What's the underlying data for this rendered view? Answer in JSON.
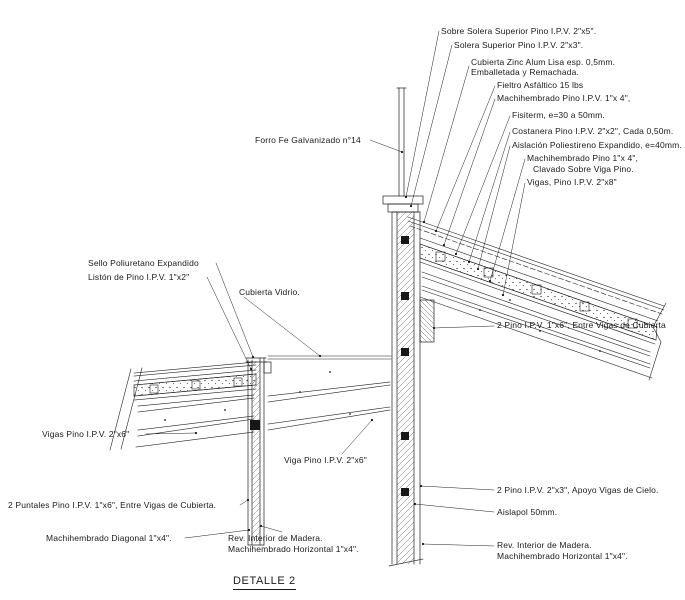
{
  "title": "DETALLE 2",
  "colors": {
    "ink": "#1a1a1a",
    "background": "#ffffff"
  },
  "labels": {
    "sobre_solera": "Sobre Solera Superior Pino I.P.V. 2\"x5\".",
    "solera": "Solera Superior Pino I.P.V. 2\"x3\".",
    "cubierta_zinc_1": "Cubierta Zinc Alum Lisa esp. 0,5mm.",
    "cubierta_zinc_2": "Emballetada y Remachada.",
    "fieltro": "Fieltro Asfáltico 15 lbs",
    "machihembrado_cubierta": "Machihembrado Pino I.P.V. 1\"x 4\",",
    "fisiterm": "Fisiterm, e=30 a 50mm.",
    "costanera": "Costanera Pino I.P.V. 2\"x2\", Cada 0,50m.",
    "aislacion": "Aislación Poliestireno Expandido, e=40mm.",
    "machihembrado_viga_1": "Machihembrado Pino 1\"x 4\",",
    "machihembrado_viga_2": "Clavado Sobre Viga Pino.",
    "vigas_2x8": "Vigas, Pino I.P.V. 2\"x8\"",
    "forro": "Forro Fe Galvanizado n°14",
    "sello": "Sello Poliuretano Expandido",
    "liston": "Listón de Pino I.P.V. 1\"x2\"",
    "cubierta_vidrio": "Cubierta Vidrio.",
    "vigas_2x6": "Vigas Pino I.P.V. 2\"x6\"",
    "viga_2x6": "Viga Pino I.P.V. 2\"x6\"",
    "puntales": "2 Puntales Pino I.P.V. 1\"x6\", Entre Vigas de Cubierta.",
    "mach_diagonal": "Machihembrado Diagonal 1\"x4\".",
    "rev_izq_1": "Rev. Interior de Madera.",
    "rev_izq_2": "Machihembrado Horizontal 1\"x4\".",
    "pino_1x6": "2 Pino I.P.V. 1\"x6\", Entre Vigas de Cubierta",
    "pino_2x3": "2 Pino I.P.V. 2\"x3\", Apoyo Vigas de Cielo.",
    "aislapol": "Aislapol 50mm.",
    "rev_der_1": "Rev. Interior de Madera.",
    "rev_der_2": "Machihembrado Horizontal 1\"x4\"."
  }
}
